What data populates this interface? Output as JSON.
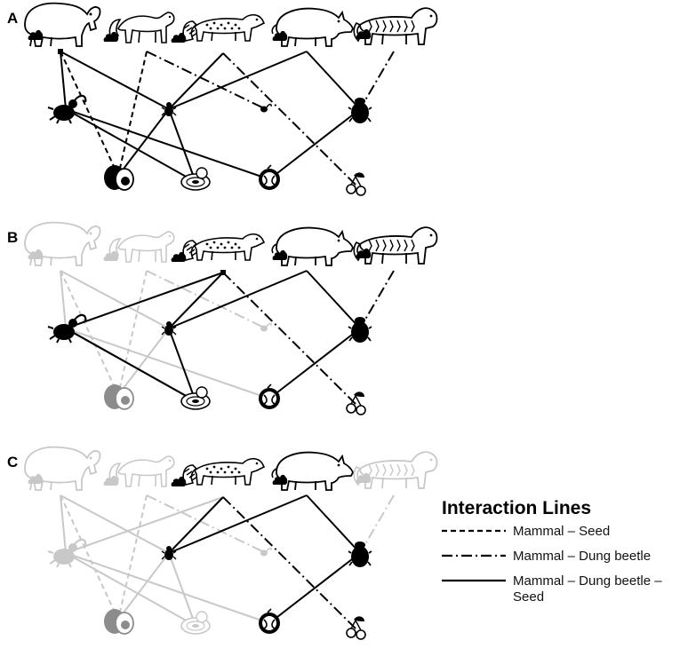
{
  "panels": [
    {
      "letter": "A"
    },
    {
      "letter": "B"
    },
    {
      "letter": "C"
    }
  ],
  "legend": {
    "title": "Interaction Lines",
    "items": [
      {
        "style": "dashed",
        "label": "Mammal – Seed"
      },
      {
        "style": "dash-dot",
        "label": "Mammal – Dung beetle"
      },
      {
        "style": "solid",
        "label": "Mammal – Dung beetle – Seed"
      }
    ]
  },
  "colors": {
    "active": "#000000",
    "faded": "#c8c8c8",
    "faded_seed": "#8c8c8c"
  }
}
